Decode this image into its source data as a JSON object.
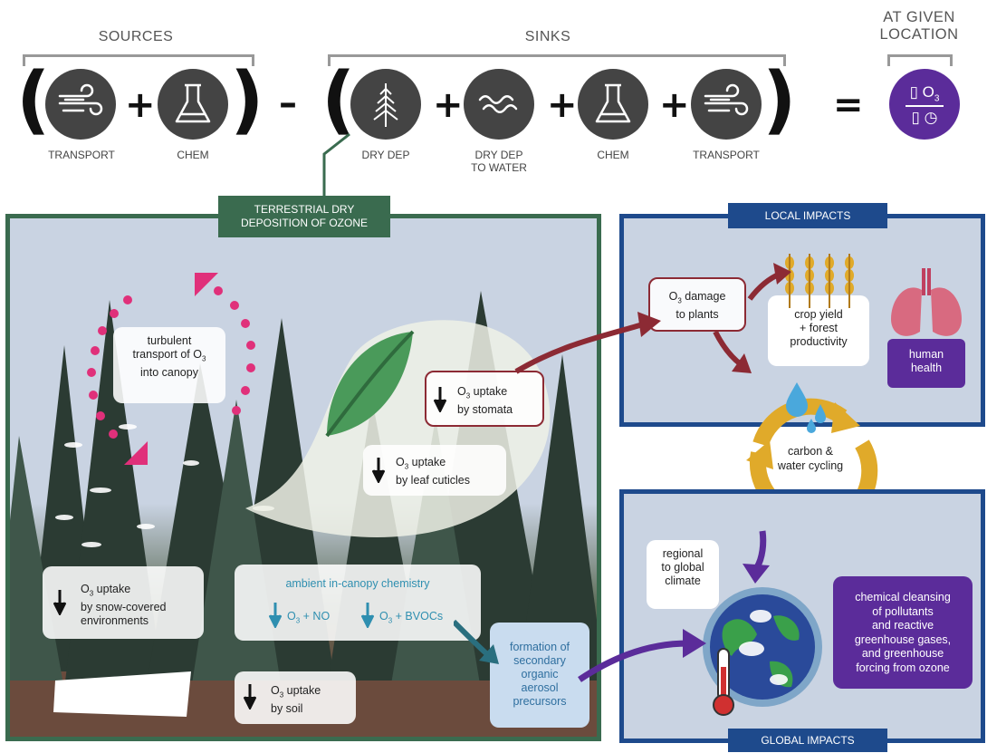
{
  "equation": {
    "sources_header": "SOURCES",
    "sinks_header": "SINKS",
    "location_header_1": "AT GIVEN",
    "location_header_2": "LOCATION",
    "plus": "+",
    "minus": "–",
    "equals": "=",
    "open_paren": "(",
    "close_paren": ")",
    "sources": [
      "TRANSPORT",
      "CHEM"
    ],
    "sinks": [
      "DRY DEP",
      "DRY DEP",
      "TO WATER",
      "CHEM",
      "TRANSPORT"
    ],
    "rate_top": "O",
    "rate_sub": "3"
  },
  "terrestrial": {
    "title_1": "TERRESTRIAL DRY",
    "title_2": "DEPOSITION OF OZONE",
    "turbulent_1": "turbulent",
    "turbulent_2": "transport of O",
    "turbulent_2_sub": "3",
    "turbulent_3": "into canopy",
    "stomata_1": "O",
    "stomata_1_sub": "3",
    "stomata_1b": " uptake",
    "stomata_2": "by stomata",
    "cuticle_1": "O",
    "cuticle_1_sub": "3",
    "cuticle_1b": " uptake",
    "cuticle_2": "by leaf cuticles",
    "snow_1": "O",
    "snow_1_sub": "3",
    "snow_1b": " uptake",
    "snow_2": "by snow-covered",
    "snow_3": "environments",
    "chem_title": "ambient in-canopy chemistry",
    "chem_a": "O",
    "chem_a_sub": "3",
    "chem_a_b": " + NO",
    "chem_b": "O",
    "chem_b_sub": "3",
    "chem_b_b": " + BVOCs",
    "soil_1": "O",
    "soil_1_sub": "3",
    "soil_1b": " uptake",
    "soil_2": "by soil",
    "soa_1": "formation of",
    "soa_2": "secondary",
    "soa_3": "organic",
    "soa_4": "aerosol",
    "soa_5": "precursors"
  },
  "local": {
    "title": "LOCAL IMPACTS",
    "damage_1": "O",
    "damage_1_sub": "3",
    "damage_1b": " damage",
    "damage_2": "to plants",
    "crop_1": "crop yield",
    "crop_2": "+ forest",
    "crop_3": "productivity",
    "health_1": "human",
    "health_2": "health",
    "cycle_1": "carbon &",
    "cycle_2": "water cycling"
  },
  "global": {
    "title": "GLOBAL IMPACTS",
    "climate_1": "regional",
    "climate_2": "to global",
    "climate_3": "climate",
    "cleansing_1": "chemical cleansing",
    "cleansing_2": "of pollutants",
    "cleansing_3": "and reactive",
    "cleansing_4": "greenhouse gases,",
    "cleansing_5": "and greenhouse",
    "cleansing_6": "forcing from ozone"
  },
  "colors": {
    "dark_circle": "#444444",
    "purple": "#5b2c9a",
    "forest_green": "#3a6b4f",
    "navy": "#1e4a8c",
    "maroon": "#8c2a34",
    "magenta": "#e0307a",
    "gold": "#e0aa2a",
    "teal_text": "#2f8fb0"
  },
  "icons": [
    "wind-icon",
    "flask-icon",
    "tree-icon",
    "wave-icon",
    "clock-icon",
    "wheat-icon",
    "lungs-icon",
    "water-drop-icon",
    "globe-icon",
    "thermometer-icon",
    "leaf-icon"
  ]
}
